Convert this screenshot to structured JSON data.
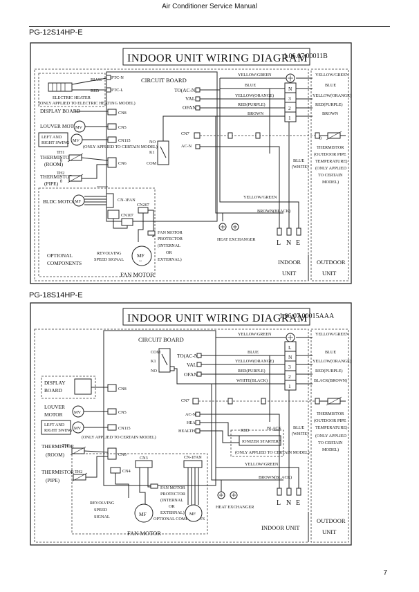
{
  "page": {
    "header": "Air Conditioner Service Manual",
    "page_number": "7"
  },
  "d1": {
    "model": "PG-12S14HP-E",
    "title": "INDOOR UNIT WIRING DIAGRAM",
    "code": "1.06.07.00011B",
    "board": "CIRCUIT BOARD",
    "blue": "BLUE",
    "red": "RED",
    "ptc_n": "PTC-N",
    "ptc_l": "PTC-L",
    "eheater": "ELECTRIC HEATER",
    "eheater_note": "(ONLY APPLIED TO ELECTRIC HEATING MODEL)",
    "display": "DISPLAY BOARD",
    "cn8": "CN8",
    "louver": "LOUVER MOTOR",
    "cn5": "CN5",
    "lr1": "LEFT AND",
    "lr2": "RIGHT SWING",
    "cn115": "CN115",
    "only_certain": "(ONLY APPLIED TO CERTAIN MODEL)",
    "th1": "TH1",
    "therm_room1": "THERMISTOR",
    "therm_room2": "(ROOM)",
    "cn6": "CN6",
    "th2": "TH2",
    "therm_pipe1": "THERMISTOR",
    "therm_pipe2": "(PIPE)",
    "bldc": "BLDC MOTOR",
    "cn1fan": "CN-1FAN",
    "cn207": "CN207",
    "cn107": "CN107",
    "optional1": "OPTIONAL",
    "optional2": "COMPONENTS",
    "rev1": "REVOLVING",
    "rev2": "SPEED SIGNAL",
    "fanprot1": "FAN MOTOR",
    "fanprot2": "PROTECTOR",
    "fanprot3": "(INTERNAL",
    "fanprot4": "OR",
    "fanprot5": "EXTERNAL)",
    "fanmotor": "FAN MOTOR",
    "to_acn": "TO(AC-N)",
    "val": "VAL",
    "ofan": "OFAN",
    "cn7": "CN7",
    "acn": "AC-N",
    "no": "NO",
    "k1": "K1",
    "com": "COM",
    "yg": "YELLOW/GREEN",
    "blue_r": "BLUE",
    "yo": "YELLOW(ORANGE)",
    "rp": "RED(PURPLE)",
    "brown": "BROWN",
    "yg_o": "YELLOW/GREEN",
    "blue_o": "BLUE",
    "yo_o": "YELLOW(ORANGE)",
    "rp_o": "RED(PURPLE)",
    "brown_o": "BROWN",
    "tb_n": "N",
    "tb_3": "3",
    "tb_2": "2",
    "tb_1": "1",
    "blue_white1": "BLUE",
    "blue_white2": "(WHITE)",
    "yg2": "YELLOW/GREEN",
    "brown_black": "BROWN(BLACK)",
    "heat_ex": "HEAT EXCHANGER",
    "lne_l": "L",
    "lne_n": "N",
    "lne_e": "E",
    "indoor1": "INDOOR",
    "indoor2": "UNIT",
    "outdoor1": "OUTDOOR",
    "outdoor2": "UNIT",
    "othm1": "THERMISTOR",
    "othm2": "(OUTDOOR PIPE",
    "othm3": "TEMPERATURE)",
    "othm4": "(ONLY APPLIED",
    "othm5": "TO CERTAIN",
    "othm6": "MODEL)",
    "mv": "MV",
    "mf": "MF"
  },
  "d2": {
    "model": "PG-18S14HP-E",
    "title": "INDOOR UNIT WIRING DIAGRAM",
    "code": "1.06.07.00015AAA",
    "board": "CIRCUIT BOARD",
    "com": "COM",
    "k1": "K1",
    "no": "NO",
    "to_acn": "TO(AC-N)",
    "val": "VAL",
    "ofan": "OFAN",
    "display1": "DISPLAY",
    "display2": "BOARD",
    "cn8": "CN8",
    "louver1": "LOUVER",
    "louver2": "MOTOR",
    "cn5": "CN5",
    "lr1": "LEFT AND",
    "lr2": "RIGHT SWING",
    "cn115": "CN115",
    "only_certain": "(ONLY APPLIED TO CERTAIN MODEL)",
    "th1": "TH1",
    "therm_room1": "THERMISTOR",
    "therm_room2": "(ROOM)",
    "cn6": "CN6",
    "cn3": "CN3",
    "cn4": "CN4",
    "cn1fan": "CN-1FAN",
    "th2": "TH2",
    "therm_pipe1": "THERMISTOR",
    "therm_pipe2": "(PIPE)",
    "rev1": "REVOLVING",
    "rev2": "SPEED",
    "rev3": "SIGNAL",
    "fanprot1": "FAN MOTOR",
    "fanprot2": "PROTECTOR",
    "fanprot3": "(INTERNAL",
    "fanprot4": "OR",
    "fanprot5": "EXTERNAL)",
    "optional": "OPTIONAL COMPONENTS",
    "fanmotor": "FAN MOTOR",
    "cn7": "CN7",
    "acn": "AC-N",
    "hea": "HEA",
    "health": "HEALTH",
    "red": "RED",
    "black": "BLACK",
    "ionizer": "IONIZER STARTER",
    "ionizer_note": "(ONLY APPLIED TO CERTAIN MODEL)",
    "yg": "YELLOW/GREEN",
    "blue": "BLUE",
    "yo": "YELLOW(ORANGE)",
    "rp": "RED(PURPLE)",
    "wb": "WHITE(BLACK)",
    "yg_o": "YELLOW/GREEN",
    "blue_o": "BLUE",
    "yo_o": "YELLOW(ORANGE)",
    "rp_o": "RED(PURPLE)",
    "bb_o": "BLACK(BROWN)",
    "tb_l": "L",
    "tb_n": "N",
    "tb_3": "3",
    "tb_2": "2",
    "tb_1": "1",
    "blue_white1": "BLUE",
    "blue_white2": "(WHITE)",
    "yg2": "YELLOW/GREEN",
    "brown_black": "BROWN(BLACK)",
    "heat_ex": "HEAT EXCHANGER",
    "lne_l": "L",
    "lne_n": "N",
    "lne_e": "E",
    "indoor": "INDOOR UNIT",
    "outdoor1": "OUTDOOR",
    "outdoor2": "UNIT",
    "othm1": "THERMISTOR",
    "othm2": "(OUTDOOR PIPE",
    "othm3": "TEMPERATURE)",
    "othm4": "(ONLY APPLIED",
    "othm5": "TO CERTAIN",
    "othm6": "MODEL)",
    "mv": "MV",
    "mf": "MF"
  }
}
